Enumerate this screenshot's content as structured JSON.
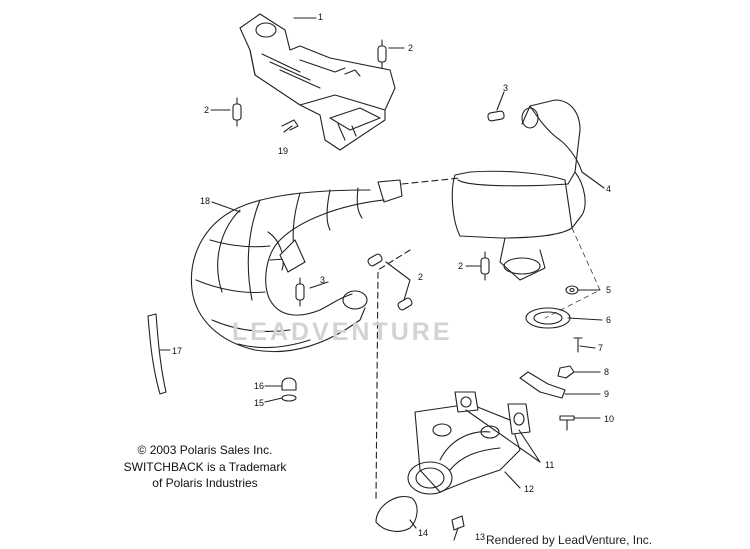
{
  "diagram": {
    "copyright": "© 2003 Polaris Sales Inc.",
    "trademark_line1": "SWITCHBACK is a Trademark",
    "trademark_line2": "of Polaris Industries",
    "watermark": "LEADVENTURE",
    "rendered_by": "Rendered by LeadVenture, Inc.",
    "callouts": {
      "c1": "1",
      "c2a": "2",
      "c2b": "2",
      "c2c": "2",
      "c2d": "2",
      "c3a": "3",
      "c3b": "3",
      "c4": "4",
      "c5": "5",
      "c6": "6",
      "c7": "7",
      "c8": "8",
      "c9": "9",
      "c10": "10",
      "c11": "11",
      "c12": "12",
      "c13": "13",
      "c14": "14",
      "c15": "15",
      "c16": "16",
      "c17": "17",
      "c18": "18",
      "c19": "19"
    },
    "colors": {
      "line": "#222222",
      "watermark": "#d3d3d3",
      "background": "#ffffff"
    }
  }
}
